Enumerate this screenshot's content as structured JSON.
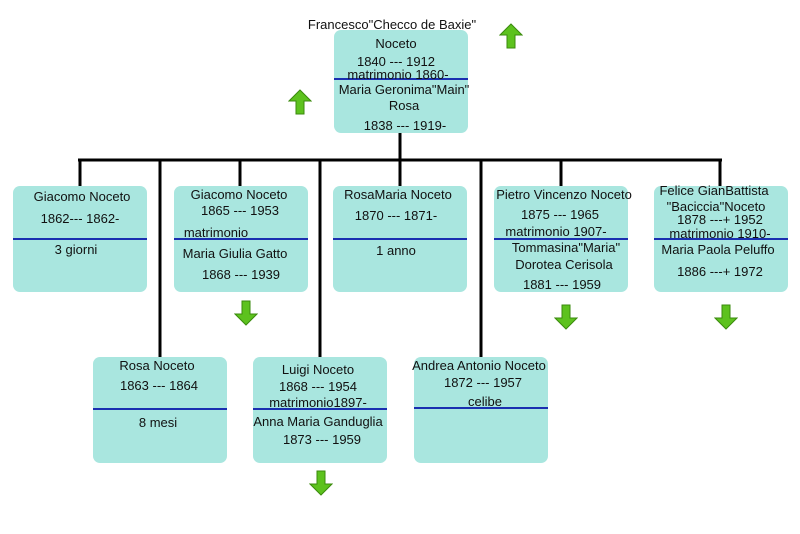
{
  "root": {
    "name": "Francesco\"Checco de Baxie\"",
    "surname": "Noceto",
    "years": "1840 --- 1912",
    "marriage": "matrimonio 1860-",
    "spouse": "Maria Geronima\"Main\"",
    "spouse_surname": "Rosa",
    "spouse_years": "1838 --- 1919-"
  },
  "children": {
    "giacomo1": {
      "name": "Giacomo Noceto",
      "years": "1862--- 1862-",
      "note": "3 giorni"
    },
    "rosa": {
      "name": "Rosa Noceto",
      "years": "1863 --- 1864",
      "note": "8 mesi"
    },
    "giacomo2": {
      "name": "Giacomo Noceto",
      "years": "1865 --- 1953",
      "marriage": "matrimonio",
      "spouse": "Maria Giulia Gatto",
      "spouse_years": "1868 --- 1939"
    },
    "luigi": {
      "name": "Luigi Noceto",
      "years": "1868 --- 1954",
      "marriage": "matrimonio1897-",
      "spouse": "Anna Maria Ganduglia",
      "spouse_years": "1873 --- 1959"
    },
    "rosamaria": {
      "name": "RosaMaria Noceto",
      "years": "1870 --- 1871-",
      "note": "1 anno"
    },
    "andrea": {
      "name": "Andrea Antonio Noceto",
      "years": "1872 --- 1957",
      "note": "celibe"
    },
    "pietro": {
      "name": "Pietro Vincenzo Noceto",
      "years": "1875 --- 1965",
      "marriage": "matrimonio 1907-",
      "spouse": "Tommasina\"Maria\"",
      "spouse_surname": "Dorotea Cerisola",
      "spouse_years": "1881 --- 1959"
    },
    "felice": {
      "name": "Felice GianBattista",
      "nickname": "\"Baciccia\"Noceto",
      "years": "1878 ---+ 1952",
      "marriage": "matrimonio 1910-",
      "spouse": "Maria Paola Peluffo",
      "spouse_years": "1886 ---+ 1972"
    }
  },
  "icons": {
    "up_arrow": "green-up-arrow",
    "down_arrow": "green-down-arrow"
  },
  "colors": {
    "box_fill": "#a9e6df",
    "separator": "#1a2fb0",
    "connector": "#000000",
    "arrow": "#5dc21e"
  }
}
